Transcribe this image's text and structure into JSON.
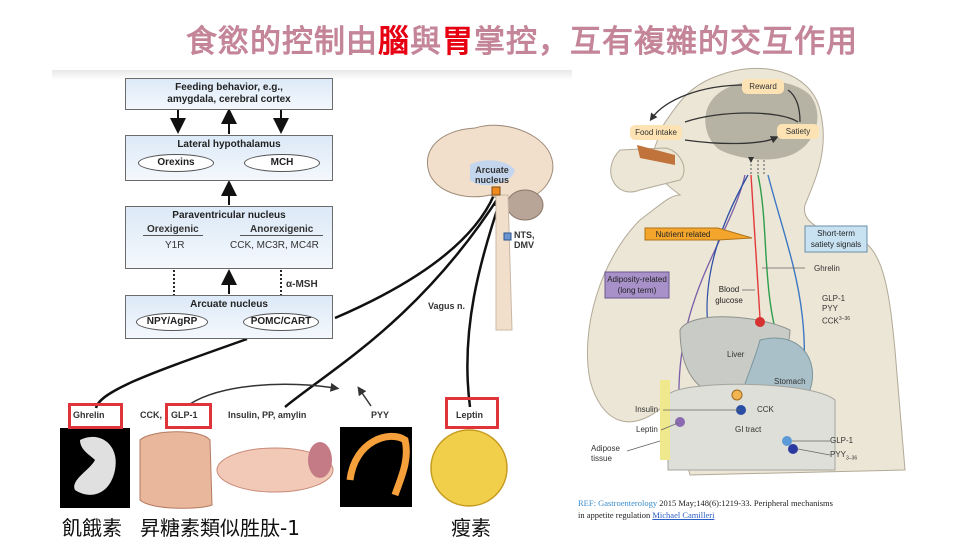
{
  "title": {
    "part1": "食慾的控制由",
    "brain": "腦",
    "part2": "與",
    "stomach": "胃",
    "part3": "掌控，互有複雜的交互作用",
    "highlight_color": "#e60012",
    "color": "#c48599"
  },
  "left_diagram": {
    "feeding_box": {
      "line1": "Feeding behavior, e.g.,",
      "line2": "amygdala, cerebral cortex"
    },
    "lateral_box": {
      "title": "Lateral hypothalamus",
      "ovals": [
        "Orexins",
        "MCH"
      ]
    },
    "paraventricular_box": {
      "title": "Paraventricular nucleus",
      "orexigenic": "Orexigenic",
      "orexigenic_receptors": "Y1R",
      "anorexigenic": "Anorexigenic",
      "anorexigenic_receptors": "CCK, MC3R, MC4R"
    },
    "alpha_msh": "α-MSH",
    "arcuate_box": {
      "title": "Arcuate nucleus",
      "ovals": [
        "NPY/AgRP",
        "POMC/CART"
      ]
    },
    "brain": {
      "arcuate": "Arcuate",
      "nucleus": "nucleus",
      "nts": "NTS,",
      "dmv": "DMV",
      "vagus": "Vagus n."
    },
    "hormones": [
      {
        "label": "Ghrelin",
        "highlighted": true
      },
      {
        "label": "CCK,",
        "highlighted": false
      },
      {
        "label": "GLP-1",
        "highlighted": true
      },
      {
        "label": "Insulin, PP, amylin",
        "highlighted": false
      },
      {
        "label": "PYY",
        "highlighted": false
      },
      {
        "label": "Leptin",
        "highlighted": true
      }
    ],
    "chinese_labels": {
      "ghrelin": "飢餓素",
      "glp1": "昇糖素類似胜肽-1",
      "leptin": "瘦素"
    }
  },
  "right_diagram": {
    "reward": "Reward",
    "food_intake": "Food intake",
    "satiety": "Satiety",
    "nutrient_related": "Nutrient related",
    "short_term_1": "Short-term",
    "short_term_2": "satiety signals",
    "ghrelin": "Ghrelin",
    "adiposity_1": "Adiposity-related",
    "adiposity_2": "(long term)",
    "blood_1": "Blood",
    "blood_2": "glucose",
    "glp1": "GLP-1",
    "pyy": "PYY",
    "cck_sup": "3–36",
    "cck": "CCK",
    "liver": "Liver",
    "stomach": "Stomach",
    "insulin": "Insulin",
    "cck_organ": "CCK",
    "leptin": "Leptin",
    "gi_tract": "GI tract",
    "adipose_1": "Adipose",
    "adipose_2": "tissue",
    "glp1_bottom": "GLP-1",
    "pyy_bottom": "PYY",
    "pyy_sub": "3–36"
  },
  "reference": {
    "prefix": "REF: Gastroenterology",
    "citation": " 2015 May;148(6):1219-33. ",
    "title": "Peripheral mechanisms in appetite regulation",
    "author": "Michael Camilleri"
  }
}
